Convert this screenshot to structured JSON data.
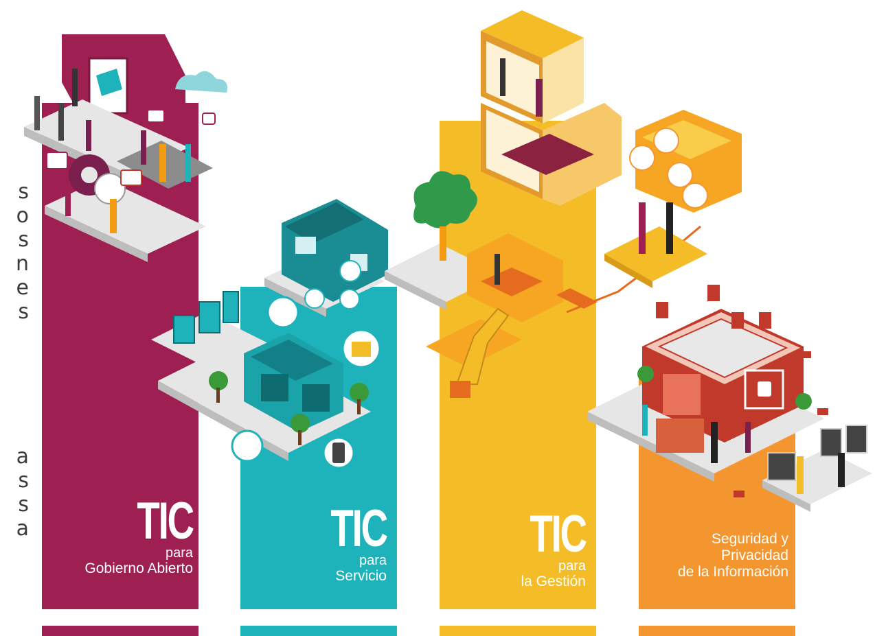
{
  "left_margin_text": {
    "letters_group_1": [
      "s",
      "o",
      "s",
      "n",
      "e",
      "s"
    ],
    "letters_group_2": [
      "a",
      "s",
      "s",
      "a"
    ]
  },
  "columns": [
    {
      "tic": "TIC",
      "line1": "para",
      "line2": "Gobierno Abierto",
      "color": "#9e2052"
    },
    {
      "tic": "TIC",
      "line1": "para",
      "line2": "Servicio",
      "color": "#1eb3bb"
    },
    {
      "tic": "TIC",
      "line1": "para",
      "line2": "la Gestión",
      "color": "#f4bd28"
    },
    {
      "line1": "Seguridad y",
      "line2": "Privacidad",
      "line3": "de la Información",
      "color": "#f3962f"
    }
  ]
}
